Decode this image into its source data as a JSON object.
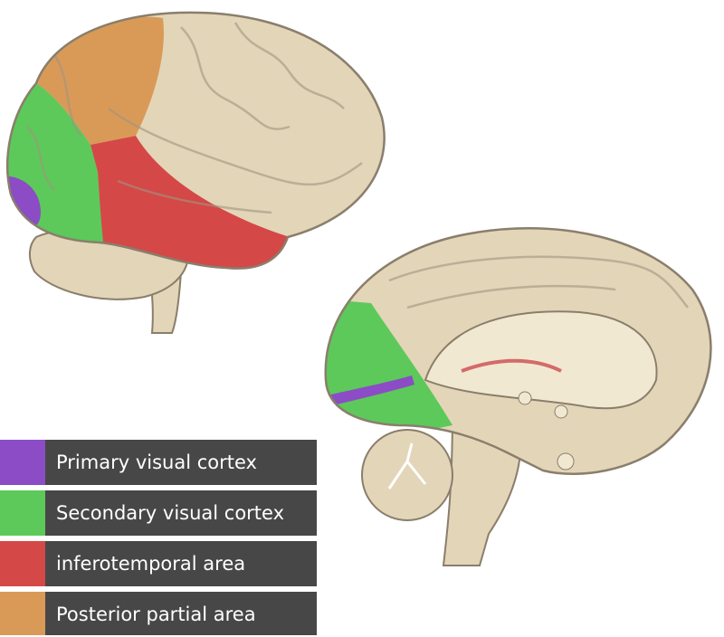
{
  "legend": [
    {
      "label": "Primary visual cortex",
      "color": "#8b4cc6"
    },
    {
      "label": "Secondary visual cortex",
      "color": "#5cc95a"
    },
    {
      "label": "inferotemporal area",
      "color": "#d44848"
    },
    {
      "label": "Posterior partial area",
      "color": "#d99a58"
    }
  ],
  "colors": {
    "cortex": "#e3d5b8",
    "outline": "#8a7e6c",
    "white_matter": "#f1e8d2"
  }
}
